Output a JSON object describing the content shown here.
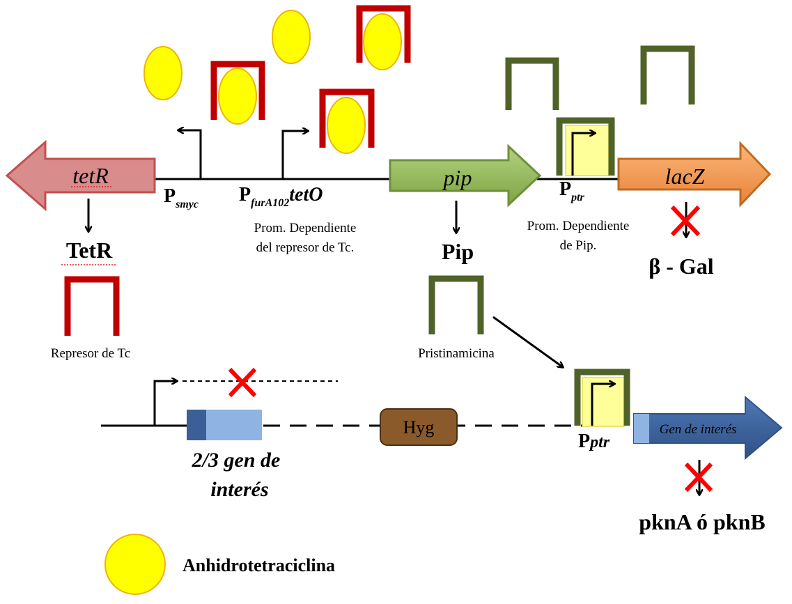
{
  "genes": {
    "tetR": "tetR",
    "pip": "pip",
    "lacZ": "lacZ",
    "hyg": "Hyg",
    "gen_interes": "Gen de interés",
    "partial_line1": "2/3 gen de",
    "partial_line2": "interés"
  },
  "promoters": {
    "psmyc_main": "P",
    "psmyc_sub": "smyc",
    "pfur_main": "P",
    "pfur_sub": "furA102",
    "pfur_tail": "tetO",
    "pfur_desc_line1": "Prom. Dependiente",
    "pfur_desc_line2": "del represor de Tc.",
    "pptr_main": "P",
    "pptr_sub": "ptr",
    "pptr_desc_line1": "Prom. Dependiente",
    "pptr_desc_line2": "de Pip.",
    "pptr2_main": "P",
    "pptr2_sub": "ptr"
  },
  "products": {
    "tetR_protein": "TetR",
    "pip_protein": "Pip",
    "beta_gal": "β - Gal",
    "pkn": "pknA ó pknB"
  },
  "labels": {
    "represor": "Represor de Tc",
    "pristinamicina": "Pristinamicina",
    "anhidro": "Anhidrotetraciclina"
  },
  "colors": {
    "tetR_fill": "#d98c8c",
    "tetR_stroke": "#c0504d",
    "pip_fill": "#8db550",
    "pip_stroke": "#6e8f3a",
    "lacZ_fill": "#f79646",
    "lacZ_stroke": "#c06a20",
    "gene_blue": "#3b5f96",
    "hyg_fill": "#8b5a2b",
    "repressor_red": "#c00000",
    "pip_green": "#4f6228",
    "ligand_yellow": "#ffff00",
    "ligand_stroke": "#f0b400",
    "promoter_box": "#ffff99",
    "cross_red": "#ff0000"
  }
}
